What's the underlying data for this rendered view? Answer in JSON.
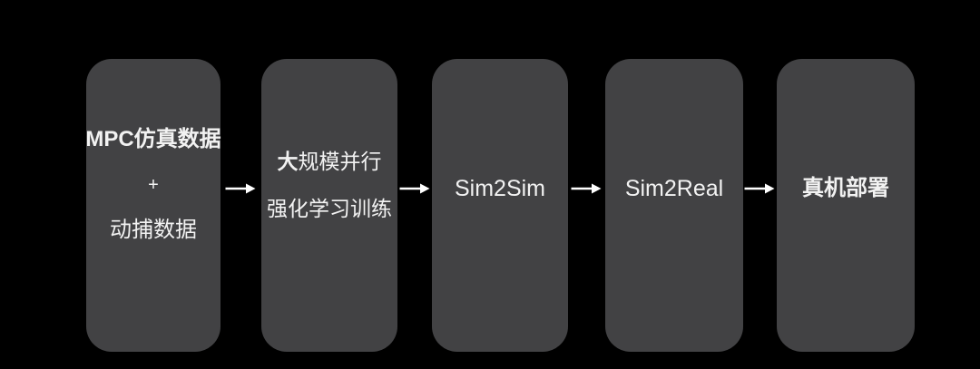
{
  "diagram": {
    "colors": {
      "canvas-bg": "#000000",
      "box-bg": "#424244",
      "text": "#f2f2f2",
      "arrow": "#ffffff"
    },
    "stages": [
      {
        "id": "data-sources",
        "lines": [
          {
            "text": "MPC仿真数据",
            "bold": true
          },
          {
            "text": "+",
            "bold": false
          },
          {
            "text": "动捕数据",
            "bold": false
          }
        ]
      },
      {
        "id": "rl-training",
        "lines": [
          {
            "prefix_bold": "大",
            "text": "规模并行"
          },
          {
            "text": "强化学习训练"
          }
        ]
      },
      {
        "id": "sim2sim",
        "lines": [
          {
            "text": "Sim2Sim"
          }
        ]
      },
      {
        "id": "sim2real",
        "lines": [
          {
            "text": "Sim2Real"
          }
        ]
      },
      {
        "id": "real-deployment",
        "lines": [
          {
            "text": "真机部署",
            "bold": true
          }
        ]
      }
    ]
  }
}
